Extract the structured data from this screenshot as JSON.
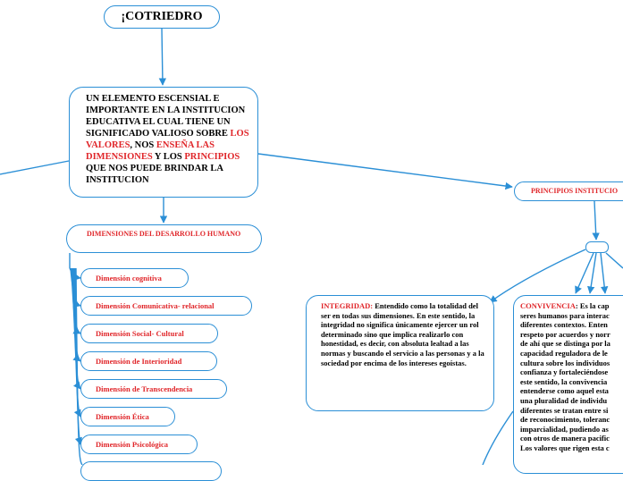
{
  "title": "¡COTRIEDRO",
  "main_node": {
    "text_1": "UN ELEMENTO ESCENSIAL E IMPORTANTE EN LA INSTITUCION EDUCATIVA EL CUAL TIENE UN SIGNIFICADO VALIOSO SOBRE ",
    "highlight_1": "LOS VALORES",
    "text_2": ", NOS ",
    "highlight_2": "ENSEÑA LAS DIMENSIONES",
    "text_3": " Y LOS ",
    "highlight_3": "PRINCIPIOS",
    "text_4": " QUE NOS PUEDE BRINDAR LA INSTITUCION"
  },
  "dimensions_node": "DIMENSIONES DEL DESARROLLO HUMANO",
  "dimensions": [
    "Dimensión cognitiva",
    "Dimensión Comunicativa- relacional",
    "Dimensión Social- Cultural",
    "Dimensión de Interioridad",
    "Dimensión de Transcendencia",
    "Dimensión Ética",
    "Dimensión Psicológica",
    ""
  ],
  "principles_node": "PRINCIPIOS INSTITUCIO",
  "integridad": {
    "label": "INTEGRIDAD:",
    "text": " Entendido como la totalidad del ser en todas sus dimensiones. En este sentido, la integridad no significa únicamente ejercer un rol determinado sino que implica realizarlo con honestidad, es decir, con absoluta lealtad a las normas y buscando el servicio a las personas y a la sociedad por encima de los intereses egoístas."
  },
  "convivencia": {
    "label": "CONVIVENCIA",
    "first_line_rest": ": Es la cap",
    "lines": [
      "seres humanos para interac",
      "diferentes contextos. Enten",
      "respeto por acuerdos y norr",
      "de ahí que se distinga por la",
      "capacidad reguladora de le",
      "cultura sobre los individuos",
      "confianza y fortaleciéndose",
      "este sentido, la convivencia",
      "entenderse como aquel esta",
      "una pluralidad de individu",
      "diferentes se tratan entre si",
      "de reconocimiento, toleranc",
      "imparcialidad, pudiendo as",
      "con otros de manera pacific",
      "Los valores que rigen esta c"
    ]
  }
}
